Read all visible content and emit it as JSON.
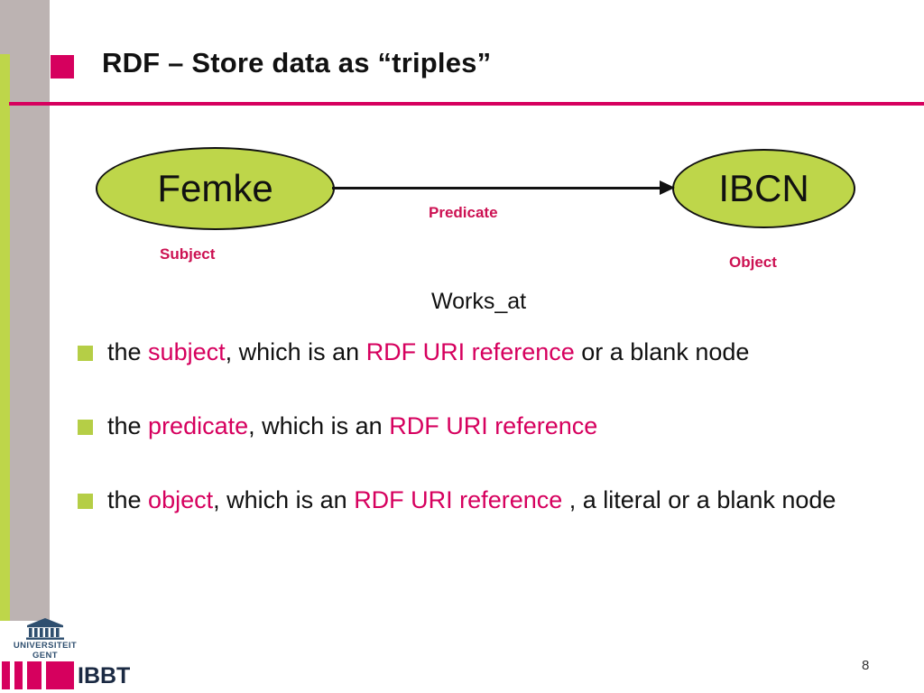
{
  "slide": {
    "title": "RDF – Store data as “triples”",
    "page_number": "8"
  },
  "theme": {
    "accent_pink": "#d6005e",
    "accent_green": "#bed64a",
    "sidebar_gray": "#bcb3b2",
    "text_black": "#111111"
  },
  "diagram": {
    "subject_node": "Femke",
    "object_node": "IBCN",
    "edge_label": "Works_at",
    "role_subject": "Subject",
    "role_predicate": "Predicate",
    "role_object": "Object"
  },
  "bullets": [
    {
      "parts": [
        {
          "text": "the ",
          "style": "plain"
        },
        {
          "text": "subject",
          "style": "pink"
        },
        {
          "text": ", which is an ",
          "style": "plain"
        },
        {
          "text": "RDF URI reference",
          "style": "pink"
        },
        {
          "text": " or a blank node",
          "style": "plain"
        }
      ]
    },
    {
      "parts": [
        {
          "text": "the ",
          "style": "plain"
        },
        {
          "text": "predicate",
          "style": "pink"
        },
        {
          "text": ", which is an ",
          "style": "plain"
        },
        {
          "text": "RDF URI reference",
          "style": "pink"
        }
      ]
    },
    {
      "parts": [
        {
          "text": "the ",
          "style": "plain"
        },
        {
          "text": "object",
          "style": "pink"
        },
        {
          "text": ", which is an ",
          "style": "plain"
        },
        {
          "text": "RDF URI reference",
          "style": "pink"
        },
        {
          "text": " , a literal or a blank node",
          "style": "plain"
        }
      ]
    }
  ],
  "footer": {
    "ugent_line1": "UNIVERSITEIT",
    "ugent_line2": "GENT",
    "ibbt_label": "IBBT"
  }
}
